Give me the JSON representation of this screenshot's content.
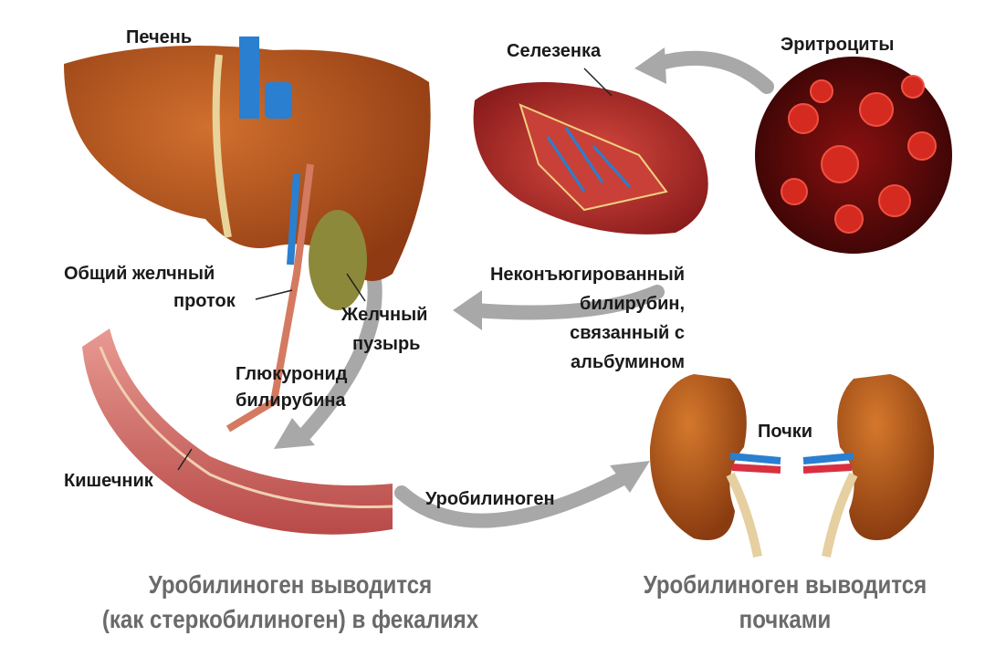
{
  "labels": {
    "liver": "Печень",
    "spleen": "Селезенка",
    "erythrocytes": "Эритроциты",
    "common_bile_duct": [
      "Общий желчный",
      "проток"
    ],
    "gallbladder": [
      "Желчный",
      "пузырь"
    ],
    "unconjugated_bilirubin": [
      "Неконъюгированный",
      "билирубин,",
      "связанный с",
      "альбумином"
    ],
    "bilirubin_glucuronide": [
      "Глюкуронид",
      "билирубина"
    ],
    "kidneys": "Почки",
    "intestine": "Кишечник",
    "urobilinogen": "Уробилиноген"
  },
  "captions": {
    "feces": [
      "Уробилиноген выводится",
      "(как стеркобилиноген) в фекалиях"
    ],
    "kidneys": [
      "Уробилиноген выводится",
      "почками"
    ]
  },
  "colors": {
    "liver": "#b5521f",
    "spleen": "#b52a2a",
    "gallbladder": "#8c8a3a",
    "arrow": "#a8a8a8",
    "caption": "#6a6a6a"
  }
}
